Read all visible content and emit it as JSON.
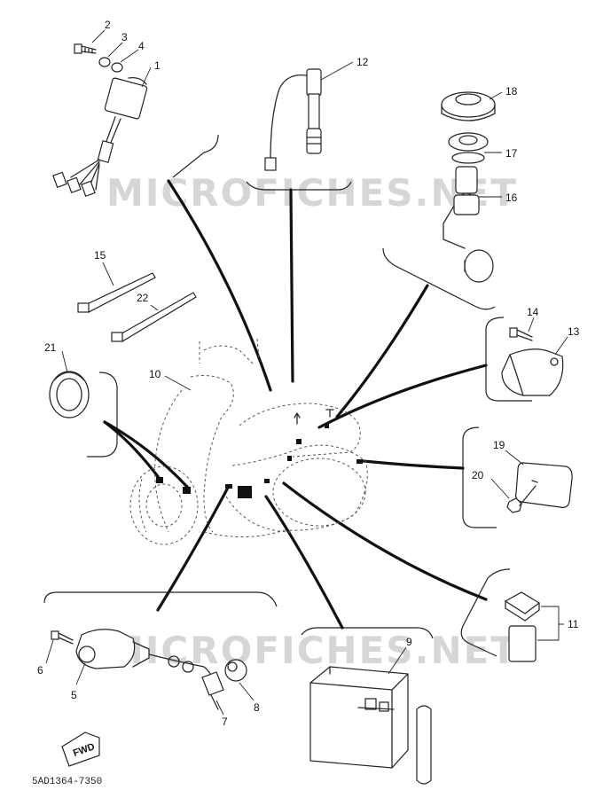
{
  "diagram": {
    "watermarks": [
      "MICROFICHES.NET",
      "MICROFICHES.NET"
    ],
    "fwd_label": "FWD",
    "drawing_code": "5AD1364-7350",
    "callouts": {
      "c1": "1",
      "c2": "2",
      "c3": "3",
      "c4": "4",
      "c5": "5",
      "c6": "6",
      "c7": "7",
      "c8": "8",
      "c9": "9",
      "c10": "10",
      "c11": "11",
      "c12": "12",
      "c13": "13",
      "c14": "14",
      "c15": "15",
      "c16": "16",
      "c17": "17",
      "c18": "18",
      "c19": "19",
      "c20": "20",
      "c21": "21",
      "c22": "22"
    }
  }
}
